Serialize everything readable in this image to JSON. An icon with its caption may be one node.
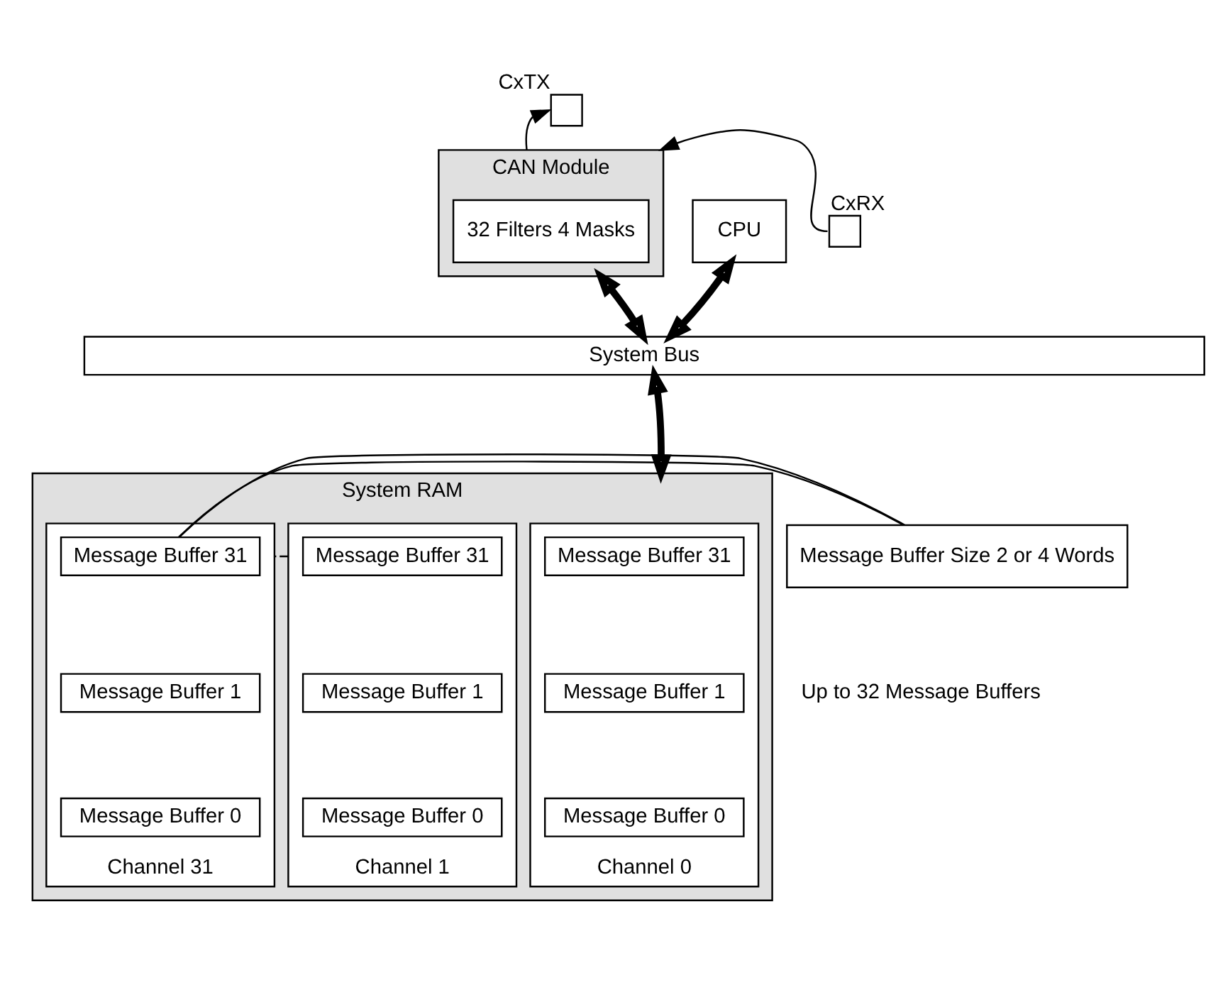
{
  "diagram": {
    "nodes": [
      {
        "text": [],
        "shape": "box",
        "beside": [
          "CxTX"
        ]
      },
      {
        "text": [],
        "shape": "box",
        "beside": [
          "CxRX"
        ]
      },
      {
        "text": [
          "CAN Module"
        ]
      },
      {
        "text": [
          "32 Filters 4 Masks"
        ],
        "in": 2
      },
      {
        "text": [
          "CPU"
        ]
      },
      {
        "text": [
          "System Bus"
        ]
      },
      {
        "text": [
          "System RAM"
        ]
      },
      {
        "text": [
          "Channel 0"
        ],
        "in": 6
      },
      {
        "text": [
          "Message Buffer 31"
        ],
        "in": 7
      },
      {
        "text": [
          "Message Buffer 1"
        ],
        "in": 7
      },
      {
        "text": [
          "Message Buffer 0"
        ],
        "in": 7
      },
      {
        "text": [
          "Channel 1"
        ],
        "in": 6
      },
      {
        "text": [
          "Message Buffer 31"
        ],
        "in": 11
      },
      {
        "text": [
          "Message Buffer 1"
        ],
        "in": 11
      },
      {
        "text": [
          "Message Buffer 0"
        ],
        "in": 11
      },
      {
        "text": [
          "Channel 31"
        ],
        "in": 6
      },
      {
        "text": [
          "Message Buffer 31"
        ],
        "in": 15
      },
      {
        "text": [
          "Message Buffer 1"
        ],
        "in": 15
      },
      {
        "text": [
          "Message Buffer 0"
        ],
        "in": 15
      },
      {
        "text": [
          "Message Buffer Size 2 or 4 Words"
        ]
      }
    ],
    "edges": [
      {
        "from": 2,
        "to": 0,
        "arrow": "to"
      },
      {
        "from": 1,
        "to": 2,
        "arrow": "to"
      },
      {
        "from": 2,
        "to": 5,
        "arrow": "both",
        "style": "thick"
      },
      {
        "from": 4,
        "to": 5,
        "arrow": "both",
        "style": "thick"
      },
      {
        "from": 5,
        "to": 6,
        "arrow": "both",
        "style": "thick"
      },
      {
        "from": 11,
        "to": 15,
        "arrow": "none",
        "style": "dashed"
      },
      {
        "from": 19,
        "to": 16,
        "arrow": "none"
      },
      {
        "from": 19,
        "to": 16,
        "arrow": "none"
      }
    ],
    "labels": [
      "Up to 32 Message Buffers"
    ]
  }
}
